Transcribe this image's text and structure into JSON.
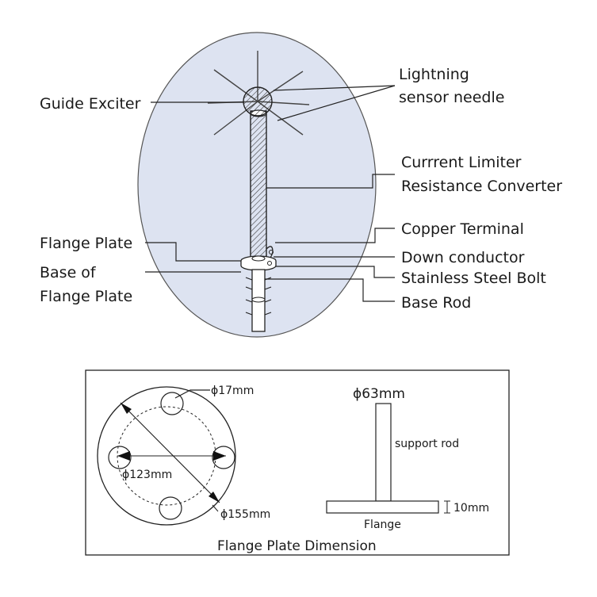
{
  "labels": {
    "guide_exciter": "Guide Exciter",
    "lightning_needle_1": "Lightning",
    "lightning_needle_2": "sensor needle",
    "current_limiter_1": "Currrent Limiter",
    "current_limiter_2": "Resistance Converter",
    "copper_terminal": "Copper Terminal",
    "down_conductor": "Down conductor",
    "stainless_bolt": "Stainless Steel Bolt",
    "base_rod": "Base Rod",
    "flange_plate": "Flange Plate",
    "base_of_flange_1": "Base of",
    "base_of_flange_2": "Flange Plate"
  },
  "dimension_box": {
    "title": "Flange Plate Dimension",
    "hole_diameter": "ϕ17mm",
    "bolt_circle": "ϕ123mm",
    "outer_diameter": "ϕ155mm",
    "rod_diameter": "ϕ63mm",
    "support_rod": "support rod",
    "flange_thickness": "10mm",
    "flange": "Flange"
  },
  "colors": {
    "bubble_fill": "#dde3f1",
    "stroke": "#222222"
  }
}
